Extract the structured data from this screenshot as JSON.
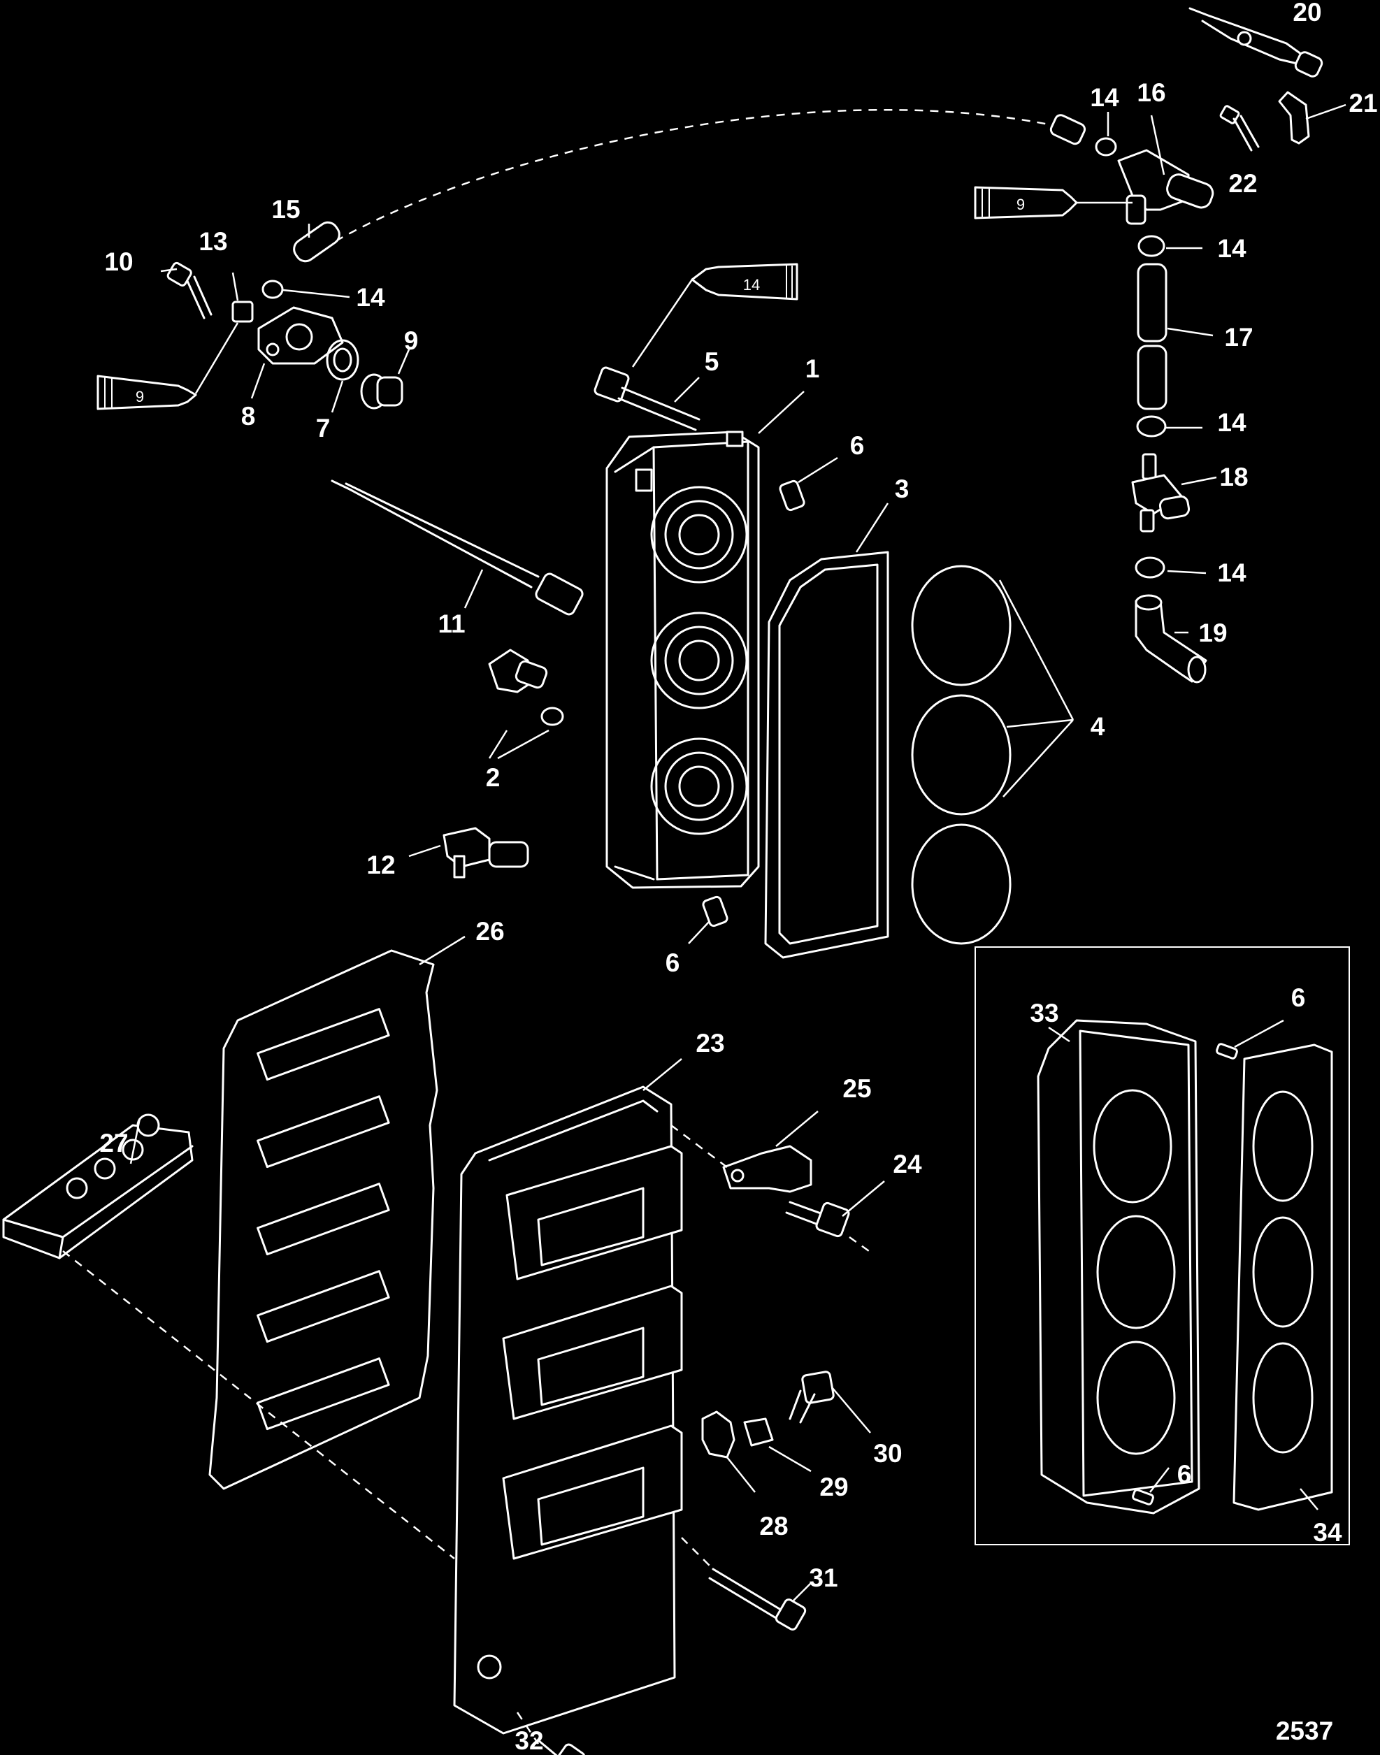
{
  "figure_number": "2537",
  "callouts": {
    "c1": "1",
    "c2": "2",
    "c3": "3",
    "c4": "4",
    "c5": "5",
    "c6a": "6",
    "c6b": "6",
    "c6c": "6",
    "c6d": "6",
    "c7": "7",
    "c8": "8",
    "c9": "9",
    "c10": "10",
    "c11": "11",
    "c12": "12",
    "c13": "13",
    "c14a": "14",
    "c14b": "14",
    "c14c": "14",
    "c14d": "14",
    "c14e": "14",
    "c15": "15",
    "c16": "16",
    "c17": "17",
    "c18": "18",
    "c19": "19",
    "c20": "20",
    "c21": "21",
    "c22": "22",
    "c23": "23",
    "c24": "24",
    "c25": "25",
    "c26": "26",
    "c27": "27",
    "c28": "28",
    "c29": "29",
    "c30": "30",
    "c31": "31",
    "c32": "32",
    "c33": "33",
    "c34": "34"
  },
  "tube_labels": {
    "left": "9",
    "center": "14",
    "right": "9"
  },
  "colors": {
    "background": "#000000",
    "line_art": "#ffffff"
  }
}
